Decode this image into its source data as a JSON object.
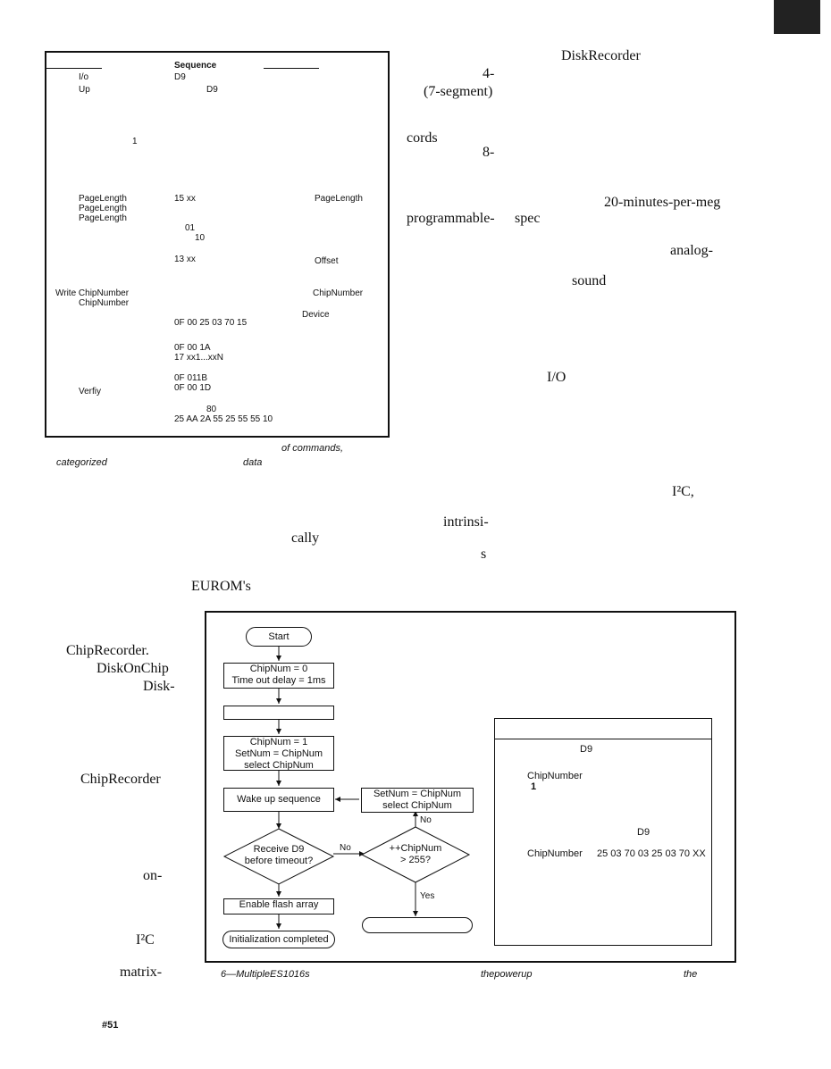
{
  "corner_mark": "",
  "table1": {
    "header_sequence": "Sequence",
    "left_rows": [
      "I/o",
      "Up",
      "1",
      "PageLength",
      "PageLength",
      "PageLength",
      "Write ChipNumber",
      "ChipNumber",
      "Verfiy"
    ],
    "mid_rows": [
      "D9",
      "D9",
      "15 xx",
      "01",
      "10",
      "13 xx",
      "0F 00 25 03 70 15",
      "0F 00 1A",
      "17 xx1...xxN",
      "0F 011B",
      "0F 00 1D",
      "80",
      "25 AA 2A 55 25 55 55 10"
    ],
    "right_rows": [
      "PageLength",
      "Offset",
      "ChipNumber",
      "Device"
    ],
    "caption_line1": "of commands,",
    "caption_line2_a": "categorized",
    "caption_line2_b": "data"
  },
  "right_column": [
    "DiskRecorder",
    "4-",
    "(7-segment)",
    "cords",
    "8-",
    "20-minutes-per-meg",
    "programmable-",
    "spec",
    "analog-",
    "sound",
    "I/O",
    "I²C,"
  ],
  "mid_text": [
    "intrinsi-",
    "cally",
    "s",
    "EUROM's"
  ],
  "left_column": [
    "ChipRecorder.",
    "DiskOnChip",
    "Disk-",
    "ChipRecorder",
    "on-",
    "I²C",
    "matrix-"
  ],
  "flowchart": {
    "start": "Start",
    "init_line1": "ChipNum = 0",
    "init_line2": "Time out delay = 1ms",
    "blank_box": "",
    "set_line1": "ChipNum = 1",
    "set_line2": "SetNum = ChipNum",
    "set_line3": "select ChipNum",
    "wake": "Wake up sequence",
    "set2_line1": "SetNum = ChipNum",
    "set2_line2": "select ChipNum",
    "no_label_up": "No",
    "decision1_line1": "Receive D9",
    "decision1_line2": "before timeout?",
    "no_label": "No",
    "decision2_line1": "++ChipNum",
    "decision2_line2": "> 255?",
    "yes_label": "Yes",
    "enable": "Enable flash array",
    "end_blank": "",
    "done": "Initialization completed",
    "inset_d9_a": "D9",
    "inset_chipnumber_a": "ChipNumber",
    "inset_one": "1",
    "inset_d9_b": "D9",
    "inset_chipnumber_b": "ChipNumber",
    "inset_seq": "25 03 70 03 25 03 70 XX"
  },
  "figure_caption": {
    "a": "6—MultipleES1016s",
    "b": "thepowerup",
    "c": "the"
  },
  "page_number": "#51"
}
